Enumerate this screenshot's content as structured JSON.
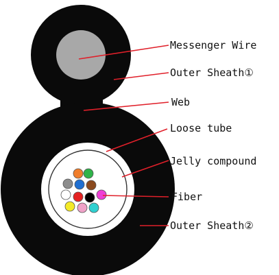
{
  "labels": {
    "messenger_wire": "Messenger Wire",
    "outer_sheath_1": "Outer Sheath①",
    "web": "Web",
    "loose_tube": "Loose tube",
    "jelly_compound": "Jelly compound",
    "fiber": "Fiber",
    "outer_sheath_2": "Outer Sheath②"
  },
  "colors": {
    "sheath": "#0a0a0a",
    "messenger_wire": "#a8a8a8",
    "loose_tube": "#ffffff",
    "jelly": "#ffffff",
    "leader_line": "#e0202a",
    "fiber_outline": "#555555"
  },
  "fiber_colors": [
    "#f07e2c",
    "#2fb34a",
    "#8c8c8c",
    "#1f6fd1",
    "#8b4a1e",
    "#ffffff",
    "#e42222",
    "#000000",
    "#ee3fd6",
    "#f4ea28",
    "#f0a2c8",
    "#2fd0d0"
  ]
}
